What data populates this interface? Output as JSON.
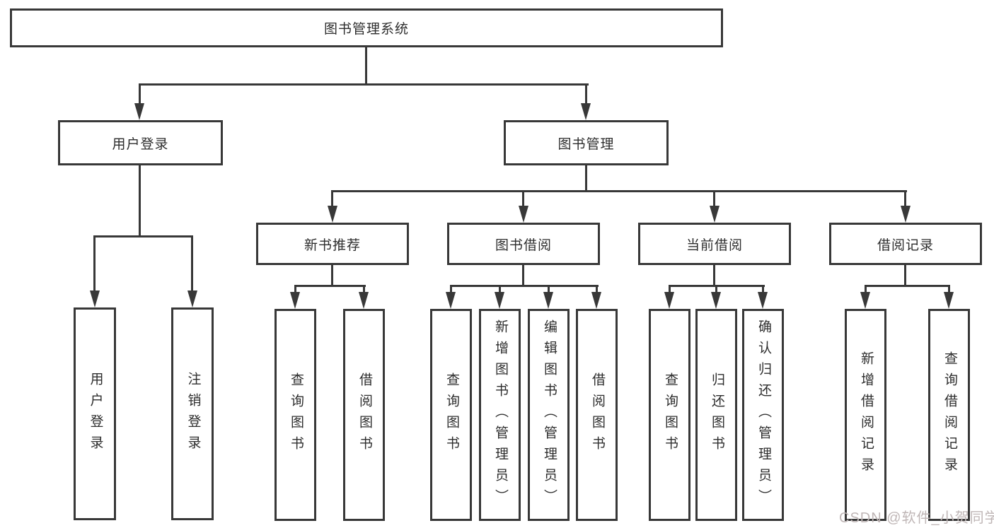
{
  "colors": {
    "line": "#383838",
    "border": "#383838",
    "text": "#2d2d2d",
    "watermark": "#bfb6b6"
  },
  "watermark": {
    "text": "CSDN @软件_小贺同学"
  },
  "diagram": {
    "root": {
      "label": "图书管理系统"
    },
    "branches": [
      {
        "label": "用户登录",
        "children": [
          {
            "label": "用户登录"
          },
          {
            "label": "注销登录"
          }
        ]
      },
      {
        "label": "图书管理",
        "children": [
          {
            "label": "新书推荐",
            "children": [
              {
                "label": "查询图书"
              },
              {
                "label": "借阅图书"
              }
            ]
          },
          {
            "label": "图书借阅",
            "children": [
              {
                "label": "查询图书"
              },
              {
                "label": "新增图书（管理员）"
              },
              {
                "label": "编辑图书（管理员）"
              },
              {
                "label": "借阅图书"
              }
            ]
          },
          {
            "label": "当前借阅",
            "children": [
              {
                "label": "查询图书"
              },
              {
                "label": "归还图书"
              },
              {
                "label": "确认归还（管理员）"
              }
            ]
          },
          {
            "label": "借阅记录",
            "children": [
              {
                "label": "新增借阅记录"
              },
              {
                "label": "查询借阅记录"
              }
            ]
          }
        ]
      }
    ]
  }
}
